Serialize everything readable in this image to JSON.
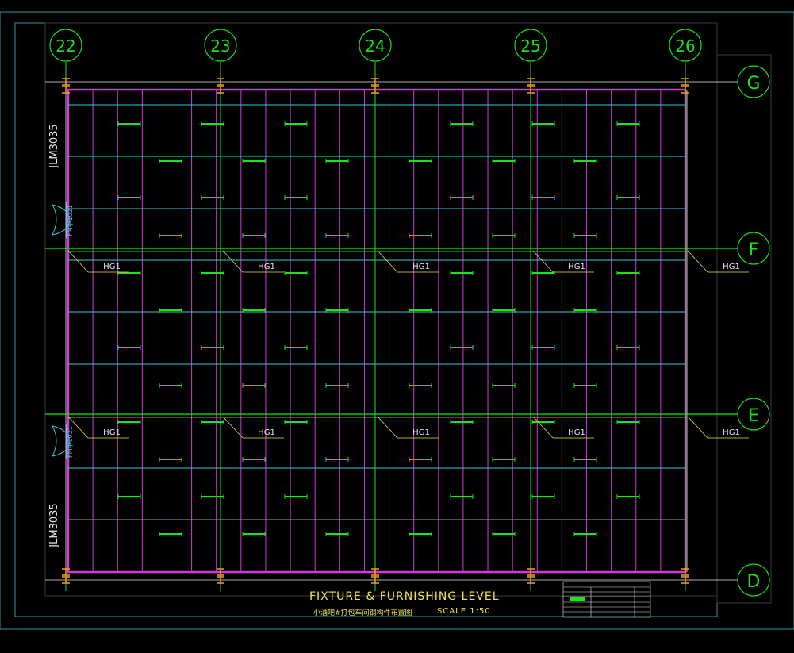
{
  "drawing": {
    "column_axes": [
      "22",
      "23",
      "24",
      "25",
      "26"
    ],
    "row_axes": [
      "G",
      "F",
      "E",
      "D"
    ],
    "side_labels": {
      "upper": "JLM3035",
      "lower": "JLM3035"
    },
    "door_labels": [
      "FM甲1021",
      "FM甲1021"
    ],
    "beam_tag": "HG1",
    "title": "FIXTURE & FURNISHING LEVEL",
    "subtitle": "小酒吧#打包车间钢构件布置图",
    "scale": "SCALE 1:50",
    "colors": {
      "axis_circle": "#18e01c",
      "purlin": "#d23ad6",
      "tie": "#3ec3d8",
      "column_marker": "#f2a31c",
      "beam": "#20e020",
      "frame": "#2a9aa0",
      "title": "#f2e24a"
    }
  }
}
